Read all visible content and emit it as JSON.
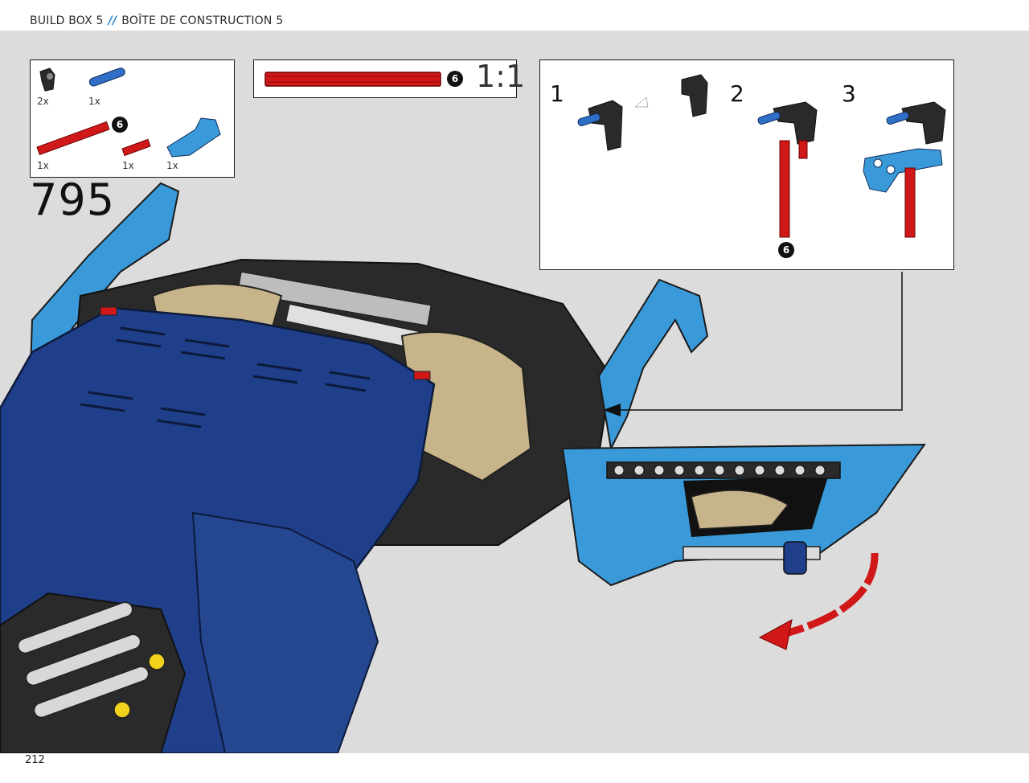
{
  "header": {
    "build_box": "BUILD BOX 5",
    "separator": "//",
    "build_box_fr": "BOÎTE DE CONSTRUCTION 5"
  },
  "parts_list": [
    {
      "icon": "black-connector-icon",
      "quantity": "2x"
    },
    {
      "icon": "blue-pin-icon",
      "quantity": "1x"
    },
    {
      "icon": "red-axle-6-icon",
      "quantity": "1x",
      "length_badge": "6"
    },
    {
      "icon": "red-axle-short-icon",
      "quantity": "1x"
    },
    {
      "icon": "blue-liftarm-icon",
      "quantity": "1x"
    }
  ],
  "scale_callout": {
    "length_badge": "6",
    "scale": "1:1"
  },
  "step": {
    "number": "795"
  },
  "substeps": {
    "labels": [
      "1",
      "2",
      "3"
    ],
    "axle_badge": "6"
  },
  "page": {
    "number": "212"
  },
  "colors": {
    "canvas": "#dcdcdc",
    "body_blue": "#1f3f8a",
    "light_blue": "#3a9ad9",
    "tan": "#c8b48a",
    "red": "#d01818",
    "link_blue": "#1e7fd0"
  }
}
